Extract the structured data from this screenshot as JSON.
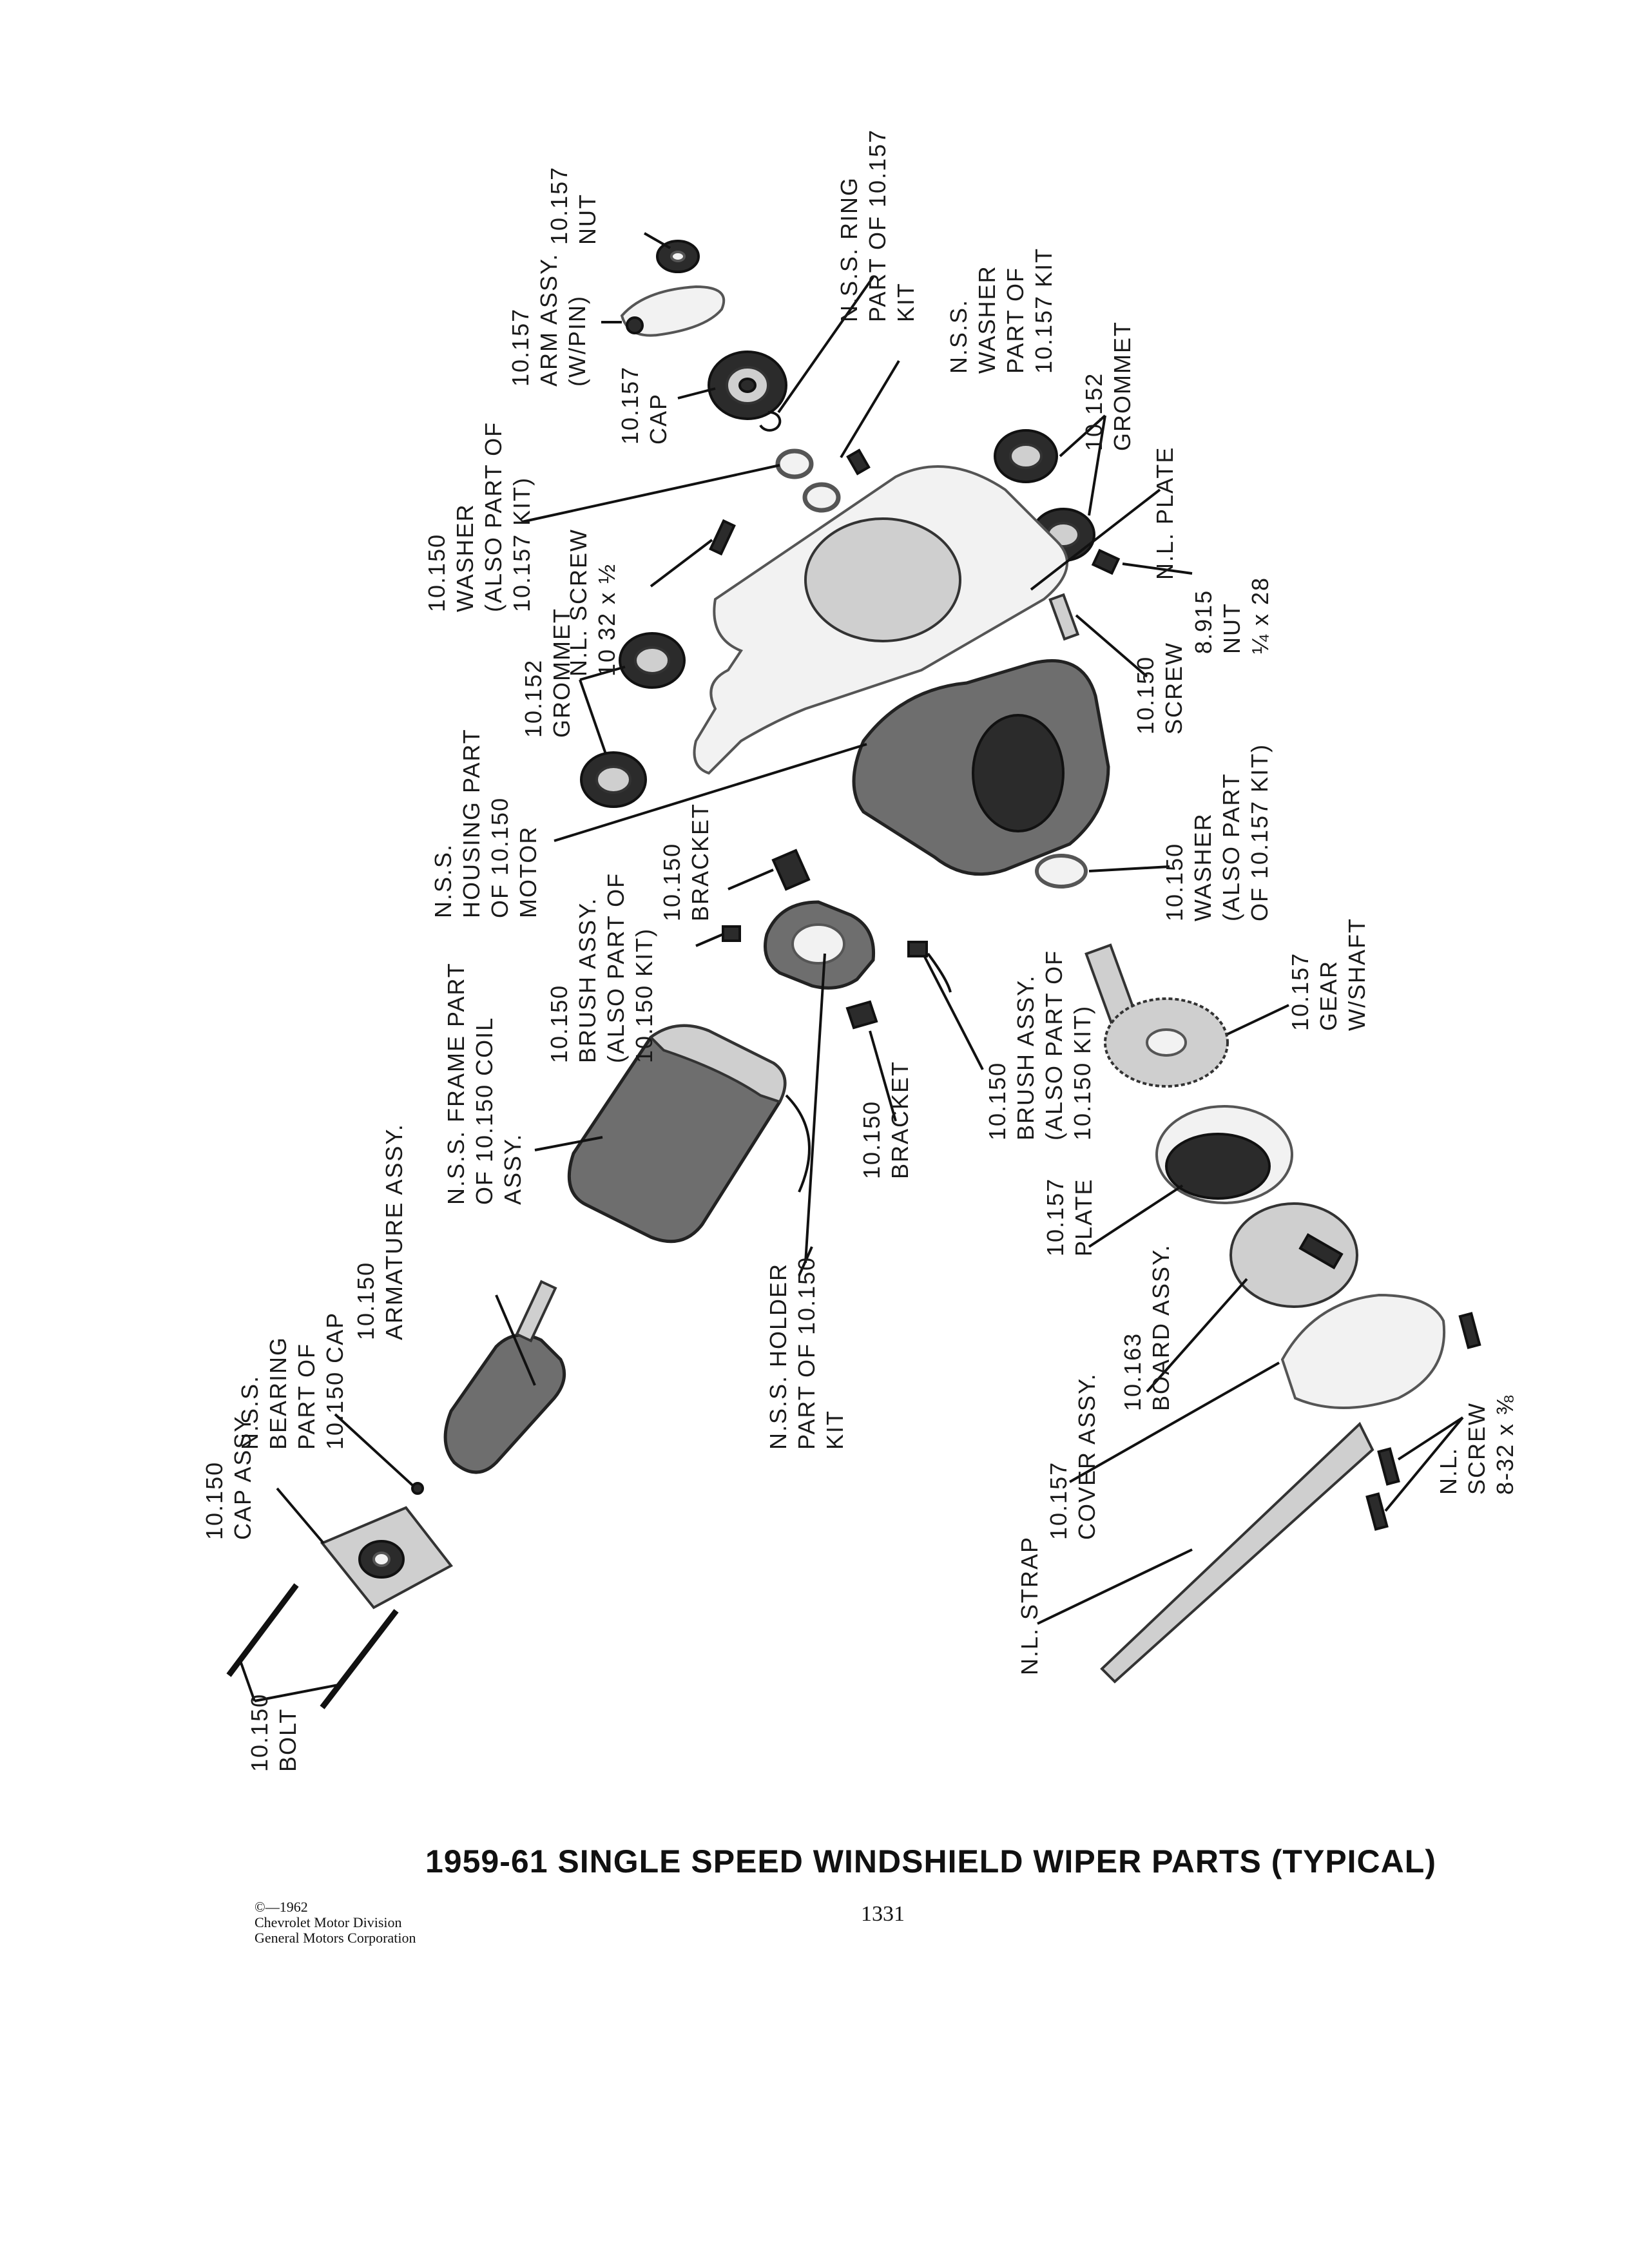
{
  "labels": {
    "nut_top": [
      "10.157",
      "NUT"
    ],
    "arm_assy": [
      "10.157",
      "ARM ASSY.",
      "(W/PIN)"
    ],
    "ring": [
      "N.S.S. RING",
      "PART OF 10.157",
      "KIT"
    ],
    "cap_top": [
      "10.157",
      "CAP"
    ],
    "washer_nss": [
      "N.S.S.",
      "WASHER",
      "PART OF",
      "10.157 KIT"
    ],
    "grommet_right": [
      "10.152",
      "GROMMET"
    ],
    "washer_top": [
      "10.150",
      "WASHER",
      "(ALSO PART OF",
      "10.157 KIT)"
    ],
    "nl_plate": [
      "N.L. PLATE"
    ],
    "nl_screw_top": [
      "N.L. SCREW",
      "10 32 x ½"
    ],
    "nut_8915": [
      "8.915",
      "NUT",
      "¼ x 28"
    ],
    "grommet_left": [
      "10.152",
      "GROMMET"
    ],
    "screw_10150": [
      "10.150",
      "SCREW"
    ],
    "housing": [
      "N.S.S.",
      "HOUSING PART",
      "OF 10.150",
      "MOTOR"
    ],
    "bracket_top": [
      "10.150",
      "BRACKET"
    ],
    "washer_mid": [
      "10.150",
      "WASHER",
      "(ALSO PART",
      "OF 10.157 KIT)"
    ],
    "brush_left": [
      "10.150",
      "BRUSH ASSY.",
      "(ALSO PART OF",
      "10.150 KIT)"
    ],
    "gear": [
      "10.157",
      "GEAR",
      "W/SHAFT"
    ],
    "frame": [
      "N.S.S. FRAME PART",
      "OF 10.150 COIL",
      "ASSY."
    ],
    "brush_right": [
      "10.150",
      "BRUSH ASSY.",
      "(ALSO PART OF",
      "10.150 KIT)"
    ],
    "bracket_bottom": [
      "10.150",
      "BRACKET"
    ],
    "armature": [
      "10.150",
      "ARMATURE ASSY."
    ],
    "plate": [
      "10.157",
      "PLATE"
    ],
    "holder": [
      "N.S.S. HOLDER",
      "PART OF 10.150",
      "KIT"
    ],
    "board": [
      "10.163",
      "BOARD ASSY."
    ],
    "bearing": [
      "N.S.S.",
      "BEARING",
      "PART OF",
      "10.150 CAP"
    ],
    "cap_assy": [
      "10.150",
      "CAP ASSY."
    ],
    "cover": [
      "10.157",
      "COVER ASSY."
    ],
    "nl_screw_bottom": [
      "N.L.",
      "SCREW",
      "8-32 x ⅜"
    ],
    "strap": [
      "N.L. STRAP"
    ],
    "bolt": [
      "10.150",
      "BOLT"
    ]
  },
  "caption": "1959-61 SINGLE SPEED WINDSHIELD WIPER PARTS (TYPICAL)",
  "copyright": [
    "©—1962",
    "Chevrolet Motor Division",
    "General Motors Corporation"
  ],
  "page_number": "1331"
}
